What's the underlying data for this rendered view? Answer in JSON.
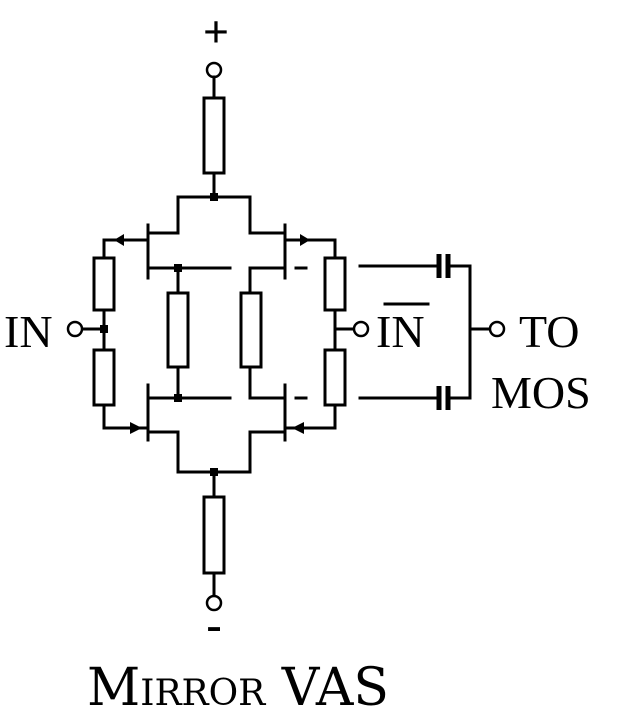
{
  "diagram": {
    "supply_positive": "+",
    "supply_negative": "-",
    "input_label": "IN",
    "input_inverted_label": "IN",
    "output_label_line1": "TO",
    "output_label_line2": "MOS",
    "title": "Mirror VAS"
  }
}
